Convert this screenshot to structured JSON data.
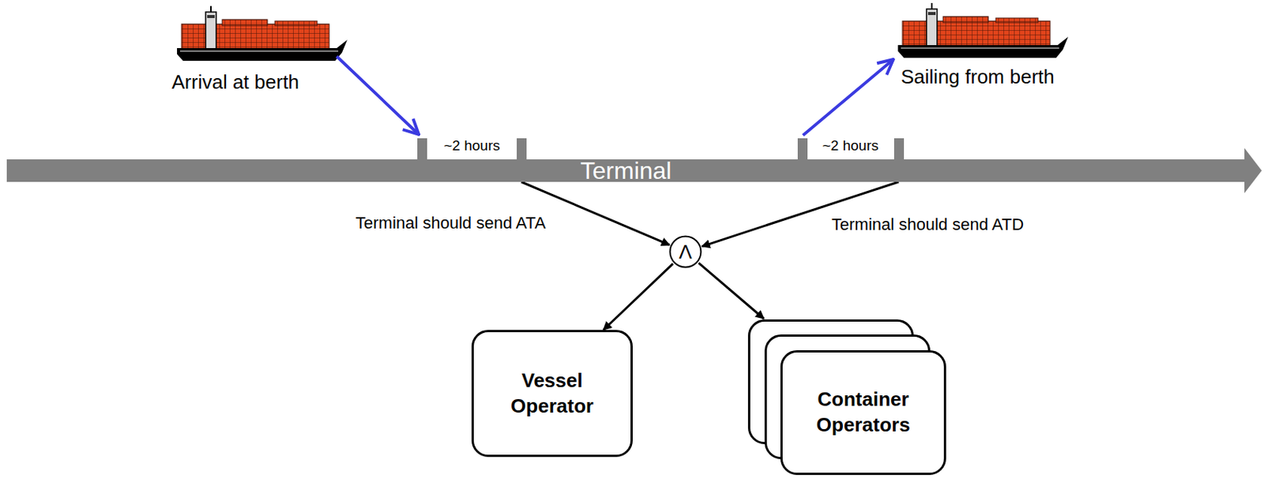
{
  "diagram": {
    "nodes": [
      {
        "text": [
          "Terminal"
        ]
      },
      {
        "text": [
          "Λ"
        ]
      },
      {
        "text": [
          "Vessel Operator"
        ]
      },
      {
        "text": [
          "Container Operators"
        ]
      }
    ],
    "edges": [
      {
        "from": 0,
        "to": 1,
        "arrow": "to",
        "label": "Terminal should send ATA"
      },
      {
        "from": 0,
        "to": 1,
        "arrow": "to",
        "label": "Terminal should send ATD"
      },
      {
        "from": 1,
        "to": 2,
        "arrow": "to"
      },
      {
        "from": 1,
        "to": 3,
        "arrow": "to"
      }
    ],
    "labels": [
      "Arrival at berth",
      "Sailing from berth",
      "~2 hours",
      "~2 hours"
    ]
  }
}
